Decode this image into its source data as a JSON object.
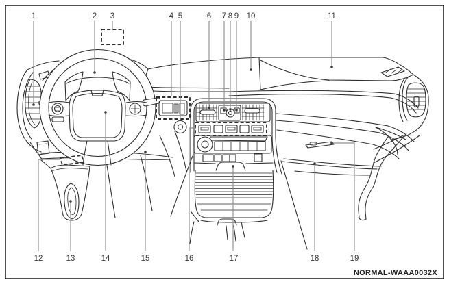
{
  "figure": {
    "code": "NORMAL-WAAA0032X"
  },
  "colors": {
    "background": "#ffffff",
    "ink": "#2d2d2d",
    "leader_line": "#8f8f8f",
    "border": "#161616",
    "label_text": "#383838"
  },
  "callouts": [
    {
      "label": "1"
    },
    {
      "label": "2"
    },
    {
      "label": "3"
    },
    {
      "label": "4"
    },
    {
      "label": "5"
    },
    {
      "label": "6"
    },
    {
      "label": "7"
    },
    {
      "label": "8"
    },
    {
      "label": "9"
    },
    {
      "label": "10"
    },
    {
      "label": "11"
    },
    {
      "label": "12"
    },
    {
      "label": "13"
    },
    {
      "label": "14"
    },
    {
      "label": "15"
    },
    {
      "label": "16"
    },
    {
      "label": "17"
    },
    {
      "label": "18"
    },
    {
      "label": "19"
    }
  ]
}
